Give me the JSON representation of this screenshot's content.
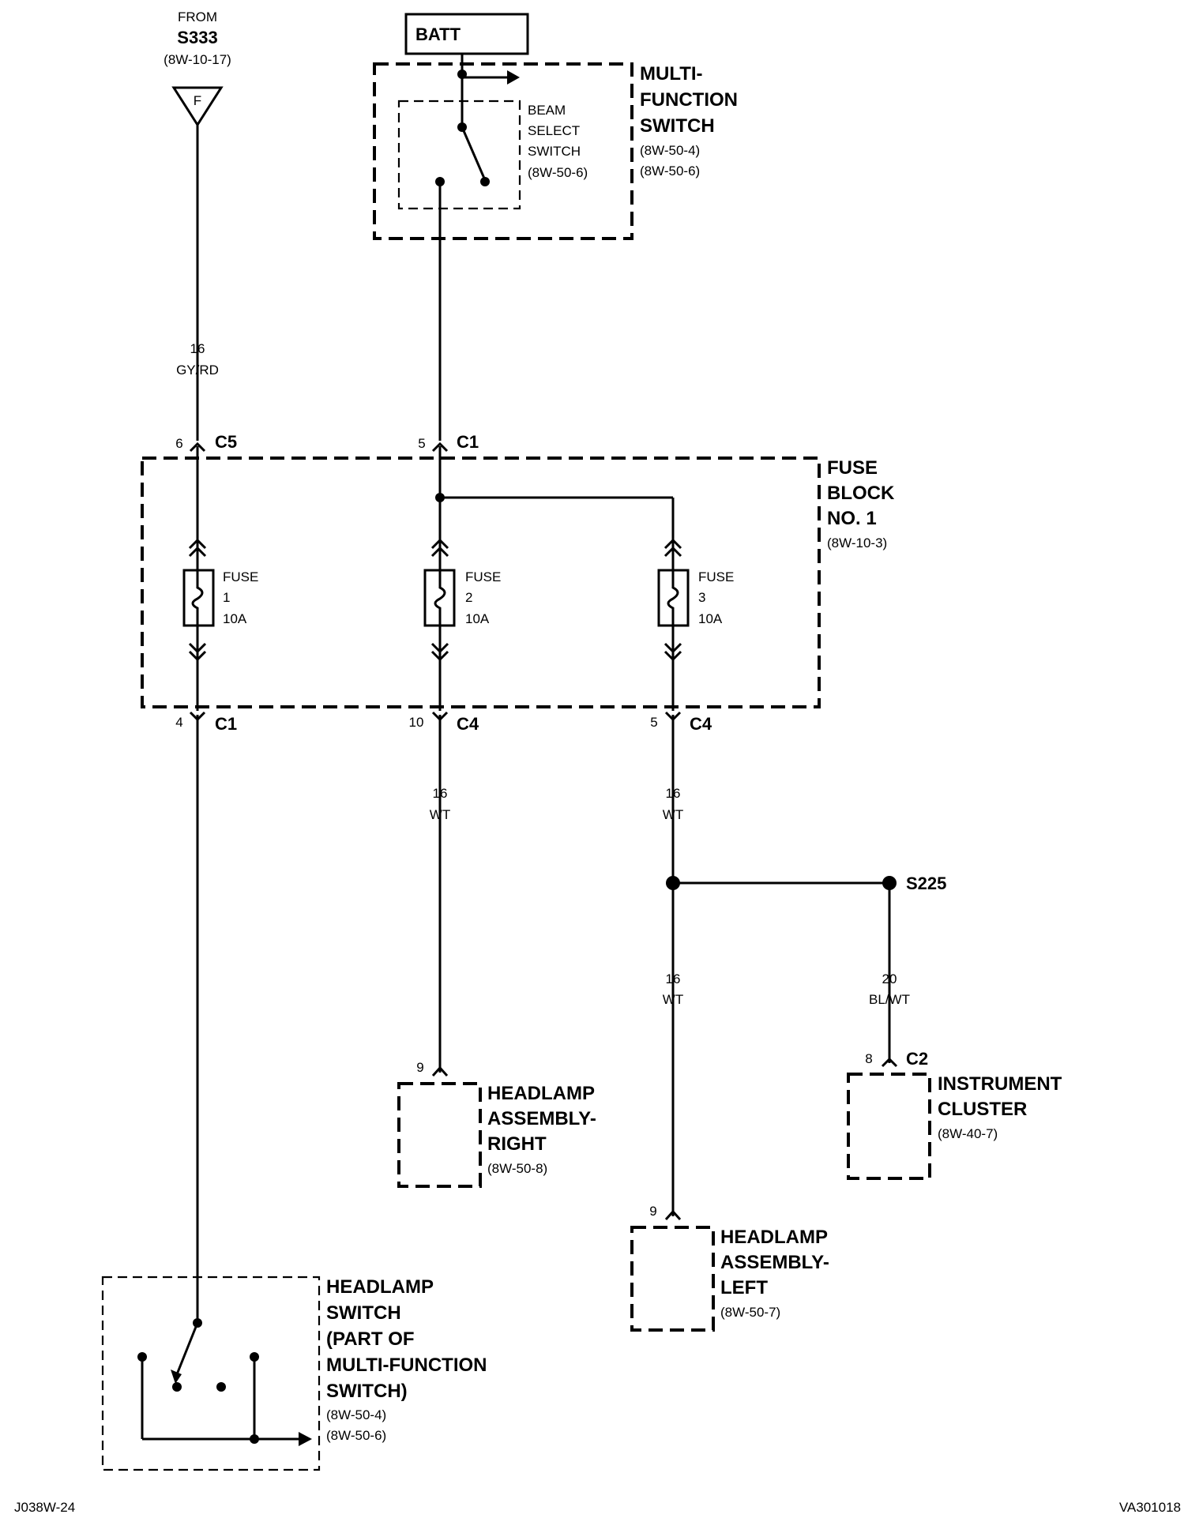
{
  "from_source": {
    "from_label": "FROM",
    "splice": "S333",
    "ref": "(8W-10-17)",
    "connector_letter": "F"
  },
  "batt": {
    "label": "BATT"
  },
  "multi_function_switch": {
    "title_lines": [
      "MULTI-",
      "FUNCTION",
      "SWITCH"
    ],
    "refs": [
      "(8W-50-4)",
      "(8W-50-6)"
    ]
  },
  "beam_select_switch": {
    "lines": [
      "BEAM",
      "SELECT",
      "SWITCH"
    ],
    "ref": "(8W-50-6)"
  },
  "wires": {
    "gyrd": {
      "gauge": "16",
      "color": "GY/RD"
    },
    "fuse2_out": {
      "gauge": "16",
      "color": "WT"
    },
    "fuse3_out": {
      "gauge": "16",
      "color": "WT"
    },
    "to_left_lamp": {
      "gauge": "16",
      "color": "WT"
    },
    "to_cluster": {
      "gauge": "20",
      "color": "BL/WT"
    }
  },
  "connectors": {
    "c5_top": {
      "pin": "6",
      "name": "C5"
    },
    "c1_top": {
      "pin": "5",
      "name": "C1"
    },
    "c1_bottom": {
      "pin": "4",
      "name": "C1"
    },
    "c4_bottom_a": {
      "pin": "10",
      "name": "C4"
    },
    "c4_bottom_b": {
      "pin": "5",
      "name": "C4"
    },
    "lamp_right_pin": {
      "pin": "9"
    },
    "lamp_left_pin": {
      "pin": "9"
    },
    "cluster_c2": {
      "pin": "8",
      "name": "C2"
    }
  },
  "fuse_block": {
    "title_lines": [
      "FUSE",
      "BLOCK",
      "NO. 1"
    ],
    "ref": "(8W-10-3)"
  },
  "fuses": [
    {
      "word": "FUSE",
      "number": "1",
      "rating": "10A"
    },
    {
      "word": "FUSE",
      "number": "2",
      "rating": "10A"
    },
    {
      "word": "FUSE",
      "number": "3",
      "rating": "10A"
    }
  ],
  "splice_s225": {
    "label": "S225"
  },
  "headlamp_right": {
    "lines": [
      "HEADLAMP",
      "ASSEMBLY-",
      "RIGHT"
    ],
    "ref": "(8W-50-8)"
  },
  "headlamp_left": {
    "lines": [
      "HEADLAMP",
      "ASSEMBLY-",
      "LEFT"
    ],
    "ref": "(8W-50-7)"
  },
  "instrument_cluster": {
    "lines": [
      "INSTRUMENT",
      "CLUSTER"
    ],
    "ref": "(8W-40-7)"
  },
  "headlamp_switch": {
    "lines": [
      "HEADLAMP",
      "SWITCH",
      "(PART OF",
      "MULTI-FUNCTION",
      "SWITCH)"
    ],
    "refs": [
      "(8W-50-4)",
      "(8W-50-6)"
    ]
  },
  "footer": {
    "left_code": "J038W-24",
    "right_code": "VA301018"
  }
}
